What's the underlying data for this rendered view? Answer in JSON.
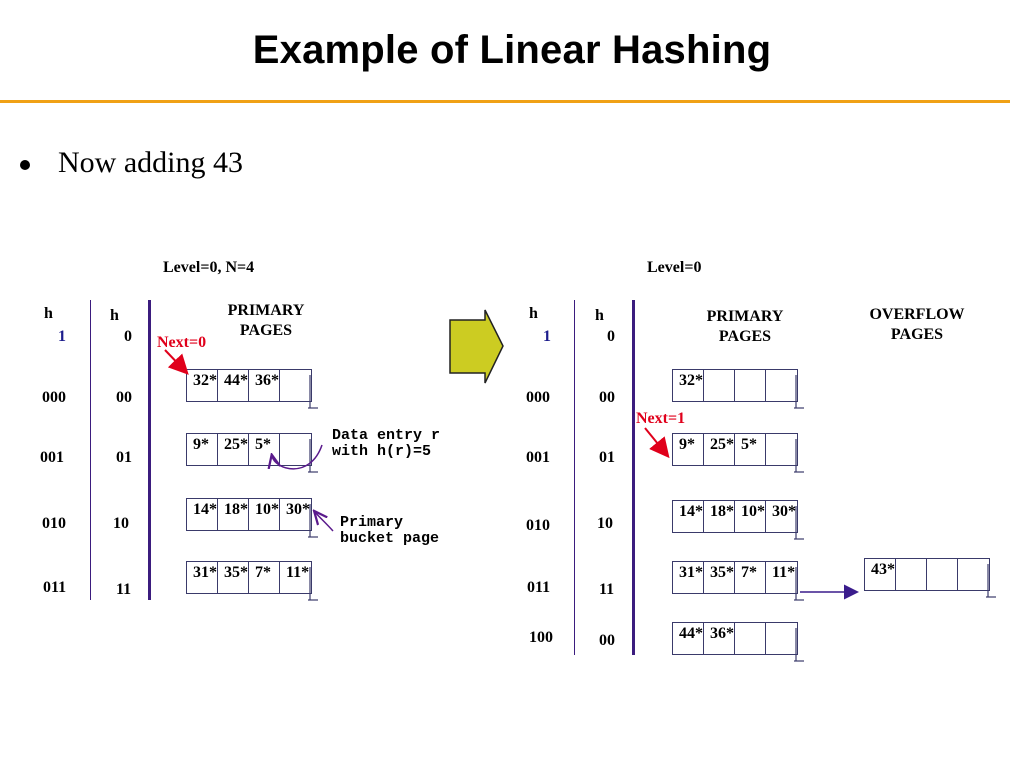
{
  "title": "Example of Linear Hashing",
  "bullet": "Now adding 43",
  "left": {
    "level_label": "Level=0, N=4",
    "h1_letter": "h",
    "h1_sub": "1",
    "h0_letter": "h",
    "h0_sub": "0",
    "primary_label_1": "PRIMARY",
    "primary_label_2": "PAGES",
    "next_label": "Next=0",
    "h1_codes": [
      "000",
      "001",
      "010",
      "011"
    ],
    "h0_codes": [
      "00",
      "01",
      "10",
      "11"
    ],
    "buckets": [
      [
        "32*",
        "44*",
        "36*",
        ""
      ],
      [
        "9*",
        "25*",
        "5*",
        ""
      ],
      [
        "14*",
        "18*",
        "10*",
        "30*"
      ],
      [
        "31*",
        "35*",
        "7*",
        "11*"
      ]
    ],
    "annotation_entry_1": "Data entry r",
    "annotation_entry_2": "with h(r)=5",
    "annotation_bucket_1": "Primary",
    "annotation_bucket_2": "bucket page"
  },
  "right": {
    "level_label": "Level=0",
    "h1_letter": "h",
    "h1_sub": "1",
    "h0_letter": "h",
    "h0_sub": "0",
    "primary_label_1": "PRIMARY",
    "primary_label_2": "PAGES",
    "overflow_label_1": "OVERFLOW",
    "overflow_label_2": "PAGES",
    "next_label": "Next=1",
    "h1_codes": [
      "000",
      "001",
      "010",
      "011",
      "100"
    ],
    "h0_codes": [
      "00",
      "01",
      "10",
      "11",
      "00"
    ],
    "buckets": [
      [
        "32*",
        "",
        "",
        ""
      ],
      [
        "9*",
        "25*",
        "5*",
        ""
      ],
      [
        "14*",
        "18*",
        "10*",
        "30*"
      ],
      [
        "31*",
        "35*",
        "7*",
        "11*"
      ],
      [
        "44*",
        "36*",
        "",
        ""
      ]
    ],
    "overflow_bucket": [
      "43*",
      "",
      "",
      ""
    ]
  },
  "colors": {
    "title_rule": "#f0a116",
    "axis_line": "#3b1c7e",
    "next_red": "#e0001b",
    "arrow_fill": "#cccc22",
    "annotation_arrow": "#5a1a8c",
    "overflow_arrow": "#3a1c8c",
    "bucket_border": "#3a3a6a"
  }
}
